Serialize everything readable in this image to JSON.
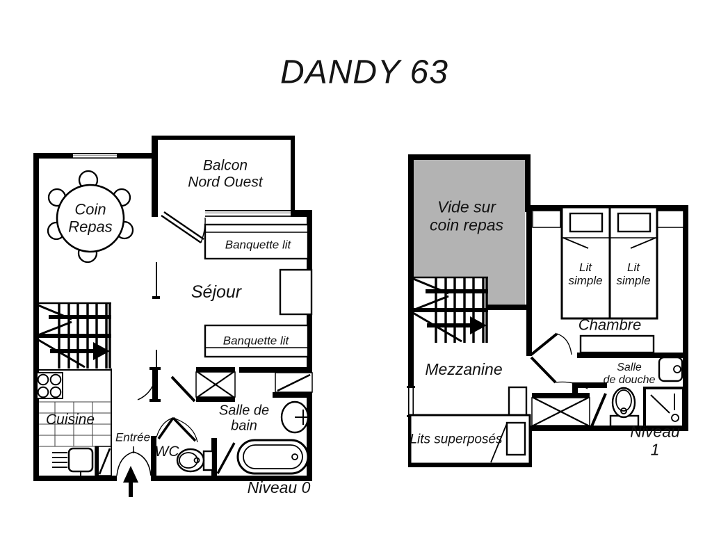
{
  "title": "DANDY 63",
  "colors": {
    "wall": "#000000",
    "background": "#ffffff",
    "void_fill": "#b3b3b3"
  },
  "level0": {
    "level_label": "Niveau 0",
    "balcony_label": "Balcon\nNord Ouest",
    "dining_label": "Coin\nRepas",
    "living_label": "Séjour",
    "bench_bed_top_label": "Banquette lit",
    "bench_bed_bottom_label": "Banquette lit",
    "kitchen_label": "Cuisine",
    "entrance_label": "Entrée",
    "wc_label": "WC",
    "bathroom_label": "Salle de\nbain"
  },
  "level1": {
    "level_label": "Niveau 1",
    "void_label": "Vide sur\ncoin repas",
    "mezzanine_label": "Mezzanine",
    "bunk_beds_label": "Lits superposés",
    "bedroom_label": "Chambre",
    "single_bed_left_label": "Lit\nsimple",
    "single_bed_right_label": "Lit\nsimple",
    "shower_room_label": "Salle\nde douche"
  }
}
